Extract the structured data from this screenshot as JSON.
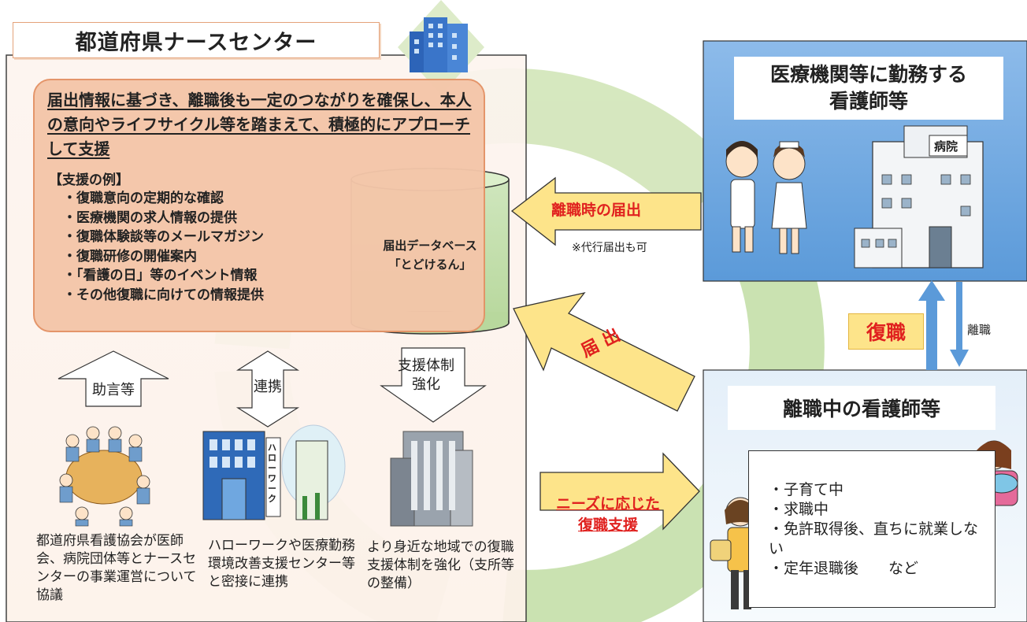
{
  "nurse_center": {
    "title": "都道府県ナースセンター",
    "heading": "届出情報に基づき、離職後も一定のつながりを確保し、本人の意向やライフサイクル等を踏まえて、積極的にアプローチして支援",
    "examples_title": "【支援の例】",
    "examples": [
      "復職意向の定期的な確認",
      "医療機関の求人情報の提供",
      "復職体験談等のメールマガジン",
      "復職研修の開催案内",
      "「看護の日」等のイベント情報",
      "その他復職に向けての情報提供"
    ],
    "database_label": [
      "届出データベース",
      "「とどけるん」"
    ]
  },
  "arrows": {
    "leave_notice": "離職時の届出",
    "proxy_note": "※代行届出も可",
    "notify": "届 出",
    "needs_support": [
      "ニーズに応じた",
      "復職支援"
    ],
    "return": "復職",
    "leaving": "離職",
    "advice": "助言等",
    "cooperation": "連携",
    "support_strengthen": [
      "支援体制",
      "強化"
    ]
  },
  "working_nurses": {
    "title": [
      "医療機関等に勤務する",
      "看護師等"
    ],
    "hospital_sign": "病院"
  },
  "nurses_on_leave": {
    "title": "離職中の看護師等",
    "items": [
      "子育て中",
      "求職中",
      "免許取得後、直ちに就業しない",
      "定年退職後　　など"
    ]
  },
  "captions": {
    "association": "都道府県看護協会が医師会、病院団体等とナースセンターの事業運営について協議",
    "hellowork": "ハローワークや医療勤務環境改善支援センター等と密接に連携",
    "regional": "より身近な地域での復職支援体制を強化（支所等の整備）"
  },
  "hellowork_sign": "ハローワーク",
  "colors": {
    "center_frame_bg": "#fdf3ec",
    "support_box": "#f4c6a9",
    "blue_panel": "#6fa7e0",
    "arrow_yellow": "#fde48a",
    "arrow_text_red": "#e0211f",
    "cycle_green": "#a9cd7c"
  }
}
